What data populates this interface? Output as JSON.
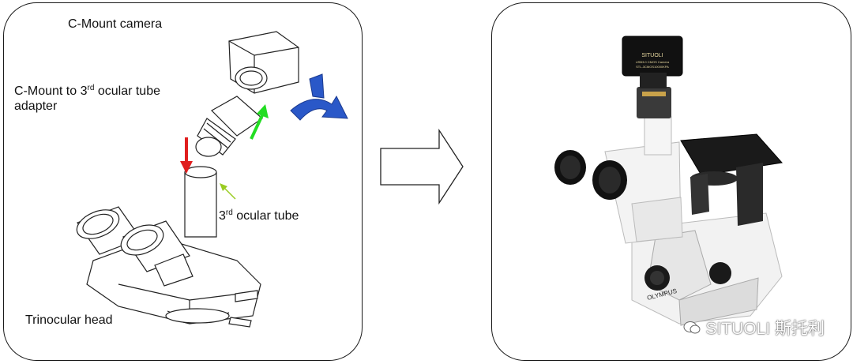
{
  "labels": {
    "camera": "C-Mount camera",
    "adapter_line1_pre": "C-Mount  to  3",
    "adapter_sup": "rd",
    "adapter_line1_post": "  ocular  tube",
    "adapter_line2": "adapter",
    "tube_pre": "3",
    "tube_sup": "rd",
    "tube_post": " ocular tube",
    "head": "Trinocular head"
  },
  "camera_text": {
    "brand": "SITUOLI",
    "line2": "USB3.0 CMOS Camera",
    "line3": "STL-3CMOS10000KPA"
  },
  "microscope_brand": "OLYMPUS",
  "watermark": "SITUOLI 斯托利",
  "colors": {
    "red_arrow": "#e01e1e",
    "green_arrow": "#22dd22",
    "olive_arrow": "#9acc22",
    "rotate_arrow": "#2a58c8"
  }
}
